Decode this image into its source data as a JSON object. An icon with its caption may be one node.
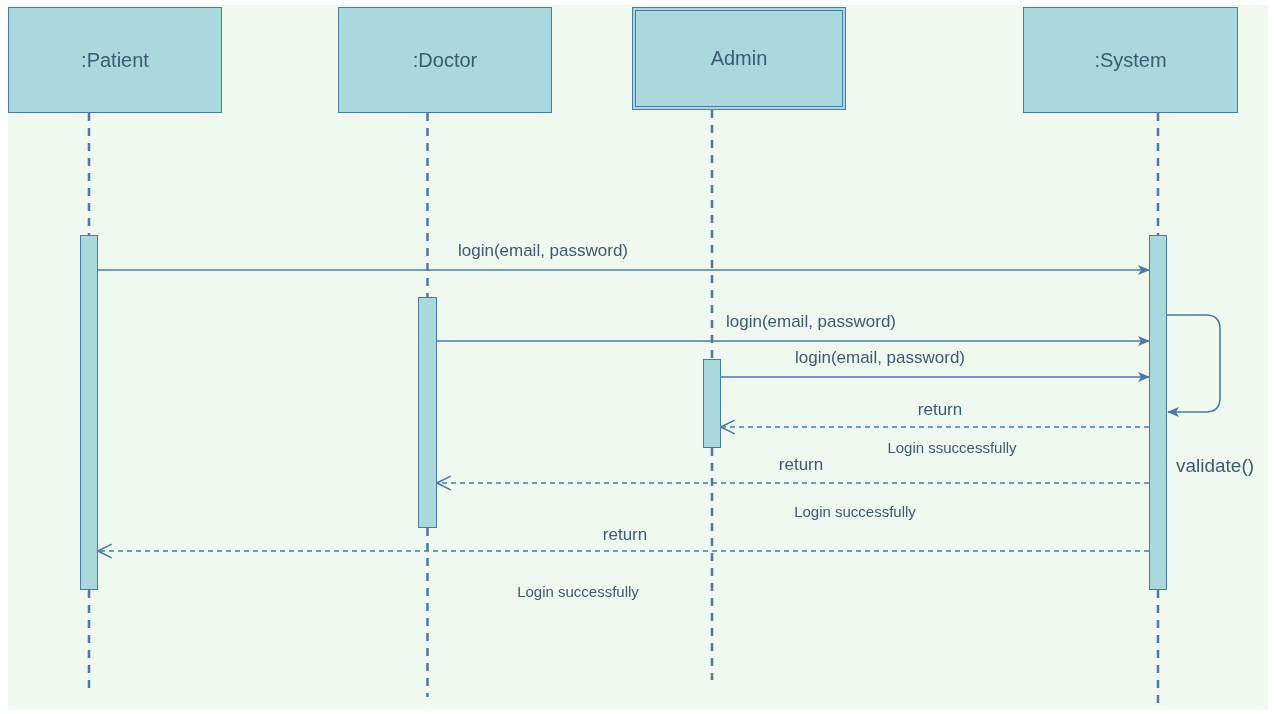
{
  "diagram": {
    "nodes": [
      {
        "text": [
          ":Patient"
        ]
      },
      {
        "text": [
          ":Doctor"
        ]
      },
      {
        "text": [
          "Admin"
        ]
      },
      {
        "text": [
          ":System"
        ]
      },
      {
        "text": [],
        "shape": "bar"
      },
      {
        "text": [],
        "shape": "bar"
      },
      {
        "text": [],
        "shape": "bar"
      },
      {
        "text": [],
        "shape": "bar"
      }
    ],
    "edges": [
      {
        "from": 0,
        "to": 4,
        "arrow": "none",
        "style": "dashed"
      },
      {
        "from": 1,
        "to": 5,
        "arrow": "none",
        "style": "dashed"
      },
      {
        "from": 2,
        "to": 6,
        "arrow": "none",
        "style": "dashed"
      },
      {
        "from": 3,
        "to": 7,
        "arrow": "none",
        "style": "dashed"
      },
      {
        "from": 4,
        "to": null,
        "arrow": "none",
        "style": "dashed"
      },
      {
        "from": 5,
        "to": null,
        "arrow": "none",
        "style": "dashed"
      },
      {
        "from": 6,
        "to": null,
        "arrow": "none",
        "style": "dashed"
      },
      {
        "from": 7,
        "to": null,
        "arrow": "none",
        "style": "dashed"
      },
      {
        "from": 4,
        "to": 7,
        "arrow": "to",
        "label": "login(email, password)"
      },
      {
        "from": 5,
        "to": 7,
        "arrow": "to",
        "label": "login(email, password)"
      },
      {
        "from": 6,
        "to": 7,
        "arrow": "to",
        "label": "login(email, password)"
      },
      {
        "from": 7,
        "to": 7,
        "arrow": "to",
        "label": "validate()"
      },
      {
        "from": 7,
        "to": 6,
        "arrow": "to",
        "style": "dashed",
        "label": "return"
      },
      {
        "from": 7,
        "to": 5,
        "arrow": "to",
        "style": "dashed",
        "label": "return"
      },
      {
        "from": 7,
        "to": 4,
        "arrow": "to",
        "style": "dashed",
        "label": "return"
      }
    ],
    "labels": [
      "Login ssuccessfully",
      "Login successfully",
      "Login successfully"
    ]
  }
}
